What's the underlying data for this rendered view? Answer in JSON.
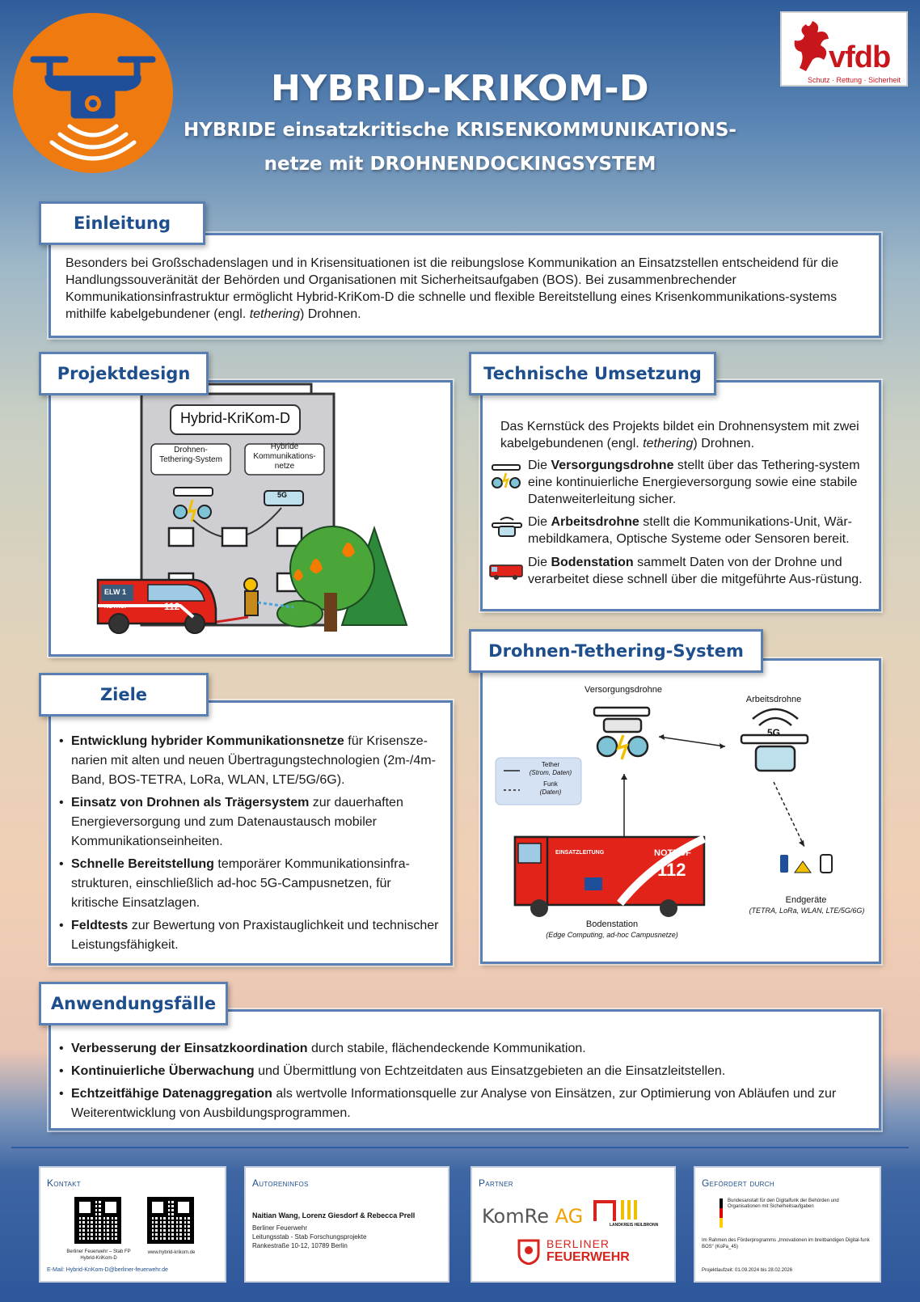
{
  "header": {
    "title": "HYBRID-KRIKOM-D",
    "subtitle_line1": "HYBRIDE einsatzkritische KRISENKOMMUNIKATIONS-",
    "subtitle_line2": "netze mit DROHNENDOCKINGSYSTEM",
    "logo_text": "vfdb",
    "logo_tagline": "Schutz · Rettung · Sicherheit"
  },
  "einleitung": {
    "heading": "Einleitung",
    "text_before": "Besonders bei Großschadenslagen und in Krisensituationen ist die reibungslose Kommunikation an Einsatzstellen entscheidend für die Handlungssouveränität der Behörden und Organisationen mit Sicherheitsaufgaben (BOS). Bei zusammenbrechender Kommunikationsinfrastruktur ermöglicht Hybrid-KriKom-D die schnelle und flexible Bereitstellung eines Krisenkommunikations-systems mithilfe kabelgebundener (engl. ",
    "text_italic": "tethering",
    "text_after": ") Drohnen."
  },
  "projektdesign": {
    "heading": "Projektdesign",
    "building_title": "Hybrid-KriKom-D",
    "label_left": "Drohnen-Tethering-System",
    "label_right": "Hybride Kommunikations-netze",
    "vehicle_label1": "ELW 1",
    "vehicle_label2": "NOTRUF",
    "vehicle_number": "112",
    "drone_badge": "5G"
  },
  "technische_umsetzung": {
    "heading": "Technische Umsetzung",
    "intro_before": "Das Kernstück des Projekts bildet ein Drohnensystem mit zwei kabelgebundenen (engl. ",
    "intro_italic": "tethering",
    "intro_after": ") Drohnen.",
    "items": [
      {
        "pre": "Die ",
        "bold": "Versorgungsdrohne",
        "post": " stellt über das Tethering-system eine kontinuierliche Energieversorgung sowie eine stabile Datenweiterleitung sicher.",
        "icon": "supply-drone-icon"
      },
      {
        "pre": "Die ",
        "bold": "Arbeitsdrohne",
        "post": " stellt die Kommunikations-Unit, Wär-mebildkamera, Optische Systeme oder Sensoren bereit.",
        "icon": "work-drone-icon"
      },
      {
        "pre": "Die ",
        "bold": "Bodenstation",
        "post": " sammelt Daten von der Drohne und verarbeitet diese schnell über die mitgeführte Aus-rüstung.",
        "icon": "fire-truck-icon"
      }
    ]
  },
  "ziele": {
    "heading": "Ziele",
    "items": [
      {
        "bold": "Entwicklung hybrider Kommunikationsnetze",
        "post": " für Krisensze-narien mit alten und neuen Übertragungstechnologien (2m-/4m-Band, BOS-TETRA, LoRa, WLAN, LTE/5G/6G)."
      },
      {
        "bold": "Einsatz von Drohnen als Trägersystem",
        "post": " zur dauerhaften Energieversorgung und zum Datenaustausch mobiler Kommunikationseinheiten."
      },
      {
        "bold": "Schnelle Bereitstellung",
        "post": " temporärer Kommunikationsinfra-strukturen, einschließlich ad-hoc 5G-Campusnetzen, für kritische Einsatzlagen."
      },
      {
        "bold": "Feldtests",
        "post": " zur Bewertung von Praxistauglichkeit und technischer Leistungsfähigkeit."
      }
    ]
  },
  "dts": {
    "heading": "Drohnen-Tethering-System",
    "supply_label": "Versorgungsdrohne",
    "work_label": "Arbeitsdrohne",
    "legend_tether": "Tether",
    "legend_tether_sub": "(Strom, Daten)",
    "legend_funk": "Funk",
    "legend_funk_sub": "(Daten)",
    "truck_left": "EINSATZLEITUNG",
    "truck_notruf": "NOTRUF",
    "truck_112": "112",
    "ground_label": "Bodenstation",
    "ground_sub": "(Edge Computing, ad-hoc Campusnetze)",
    "devices_label": "Endgeräte",
    "devices_sub": "(TETRA, LoRa, WLAN, LTE/5G/6G)",
    "badge": "5G"
  },
  "anwendungsfaelle": {
    "heading": "Anwendungsfälle",
    "items": [
      {
        "bold": "Verbesserung der Einsatzkoordination",
        "post": " durch stabile, flächendeckende Kommunikation."
      },
      {
        "bold": "Kontinuierliche Überwachung",
        "post": " und Übermittlung von Echtzeitdaten aus Einsatzgebieten an die Einsatzleitstellen."
      },
      {
        "bold": "Echtzeitfähige Datenaggregation",
        "post": " als wertvolle Informationsquelle zur Analyse von Einsätzen, zur Optimierung von Abläufen und zur Weiterentwicklung von Ausbildungsprogrammen."
      }
    ]
  },
  "footer": {
    "kontakt": {
      "title": "Kontakt",
      "qr1_caption": "Berliner Feuerwehr – Stab FP Hybrid-KriKom-D",
      "qr2_caption": "www.hybrid-krikom.de",
      "email": "E-Mail: Hybrid-KriKom-D@berliner-feuerwehr.de"
    },
    "autoren": {
      "title": "Autoreninfos",
      "names": "Naitian Wang, Lorenz Giesdorf & Rebecca Prell",
      "line1": "Berliner Feuerwehr",
      "line2": "Leitungsstab - Stab Forschungsprojekte",
      "line3": "Rankestraße 10-12, 10789 Berlin"
    },
    "partner": {
      "title": "Partner",
      "p1a": "KomRe",
      "p1b": "AG",
      "p2": "LANDKREIS HEILBRONN",
      "p3a": "BERLINER",
      "p3b": "FEUERWEHR"
    },
    "gefoerdert": {
      "title": "Gefördert durch",
      "agency": "Bundesanstalt für den Digitalfunk der Behörden und Organisationen mit Sicherheitsaufgaben",
      "program": "Im Rahmen des Förderprogramms „Innovationen im breitbandigen Digital-funk BOS“ (KoPa_45)",
      "period": "Projektlaufzeit: 01.09.2024 bis 28.02.2026"
    }
  },
  "colors": {
    "accent": "#1e4e8c",
    "frame": "#5a7fb3",
    "orange": "#ef7a10",
    "red": "#d9241d"
  }
}
